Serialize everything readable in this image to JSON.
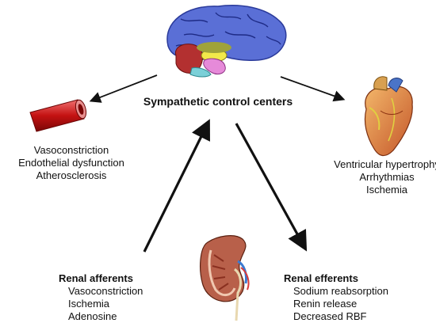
{
  "center_label": "Sympathetic control centers",
  "vessel_effects": [
    "Vasoconstriction",
    "Endothelial dysfunction",
    "Atherosclerosis"
  ],
  "heart_effects": [
    "Ventricular hypertrophy",
    "Arrhythmias",
    "Ischemia"
  ],
  "renal_afferents": {
    "heading": "Renal afferents",
    "items": [
      "Vasoconstriction",
      "Ischemia",
      "Adenosine"
    ]
  },
  "renal_efferents": {
    "heading": "Renal efferents",
    "items": [
      "Sodium reabsorption",
      "Renin release",
      "Decreased RBF"
    ]
  },
  "icons": {
    "brain": "brain-illustration",
    "vessel": "blood-vessel-illustration",
    "heart": "heart-illustration",
    "kidney": "kidney-illustration"
  }
}
